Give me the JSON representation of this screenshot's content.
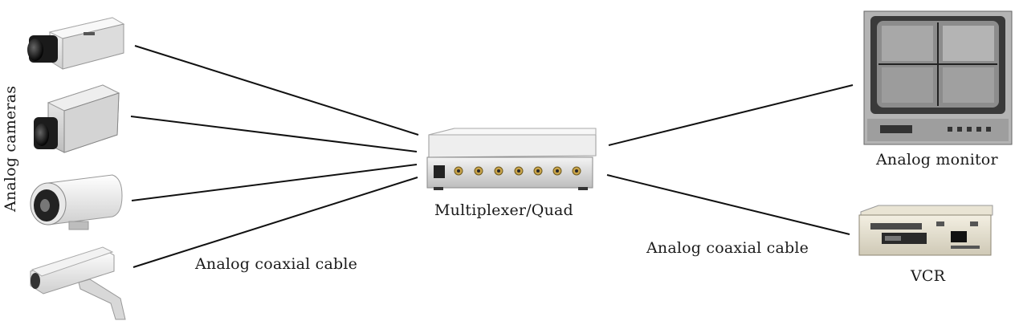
{
  "labels": {
    "cameras_group": "Analog cameras",
    "cable_left": "Analog coaxial cable",
    "multiplexer": "Multiplexer/Quad",
    "cable_right": "Analog coaxial cable",
    "monitor": "Analog monitor",
    "vcr": "VCR"
  },
  "devices": {
    "cameras": [
      "box-camera",
      "box-camera",
      "bullet-camera",
      "housing-camera"
    ],
    "hub": "multiplexer",
    "outputs": [
      "crt-monitor",
      "vcr-deck"
    ]
  },
  "colors": {
    "line": "#111111",
    "device_body": "#e6e6e6",
    "device_dark": "#2a2a2a"
  }
}
